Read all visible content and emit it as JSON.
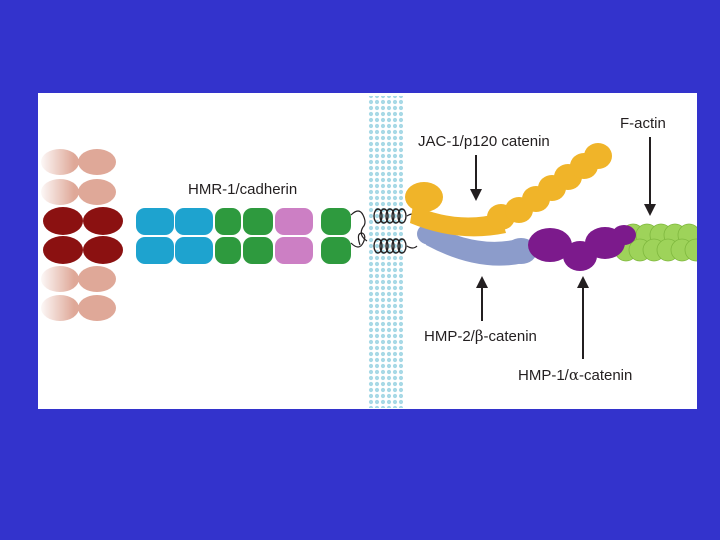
{
  "labels": {
    "cadherin": "HMR-1/cadherin",
    "p120": "JAC-1/p120 catenin",
    "factin": "F-actin",
    "beta_prefix": "HMP-2/",
    "beta_symbol": "β",
    "beta_suffix": "-catenin",
    "alpha_prefix": "HMP-1/",
    "alpha_symbol": "α",
    "alpha_suffix": "-catenin"
  },
  "colors": {
    "slide_background": "#3333cc",
    "panel_background": "#ffffff",
    "ec1_darkred": "#8b1111",
    "ec2_blue": "#1ea3cf",
    "ec3_green": "#2e9a3e",
    "ec5_pink": "#cc7fc4",
    "neighbor_salmon": "#dfa898",
    "p120_orange": "#f0b429",
    "beta_lavender": "#8c9ccb",
    "alpha_purple": "#7c1a8c",
    "factin_lime": "#9ed35a",
    "membrane_blue": "#b6e0ea",
    "text": "#231f20"
  },
  "icons": {
    "membrane": "lipid-bilayer-membrane",
    "arrows": "down-arrow, up-arrow"
  }
}
